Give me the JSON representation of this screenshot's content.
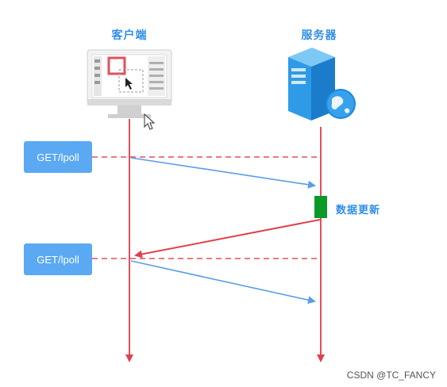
{
  "actors": {
    "client_label": "客户端",
    "server_label": "服务器"
  },
  "requests": [
    {
      "label": "GET/lpoll"
    },
    {
      "label": "GET/lpoll"
    }
  ],
  "server_note": "数据更新",
  "watermark": "CSDN @TC_FANCY",
  "colors": {
    "lifeline": "#e34e5a",
    "request_arrow": "#5a9de6",
    "response_arrow": "#e0404c",
    "request_box": "#5aa9f2",
    "label_blue": "#2f8fe8",
    "update_block": "#0a9a2a"
  },
  "icons": {
    "client": "monitor-icon",
    "server": "server-globe-icon",
    "cursor": "mouse-cursor-icon"
  }
}
